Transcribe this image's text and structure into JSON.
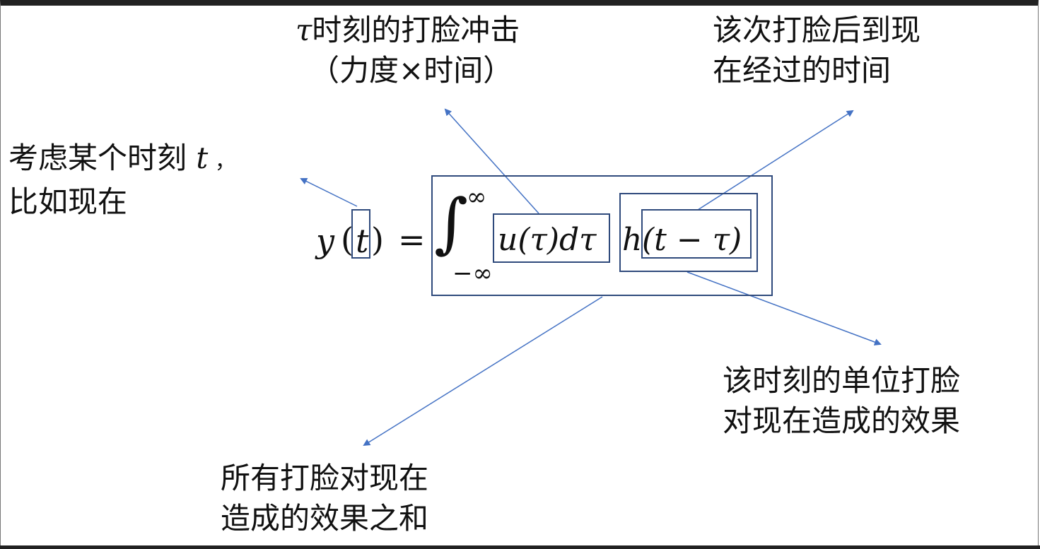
{
  "annotations": {
    "impulse": {
      "lead_symbol": "τ",
      "line1": "时刻的打脸冲击",
      "line2": "（力度×时间）"
    },
    "elapsed": {
      "line1": "该次打脸后到现",
      "line2": "在经过的时间"
    },
    "moment": {
      "line1_prefix": "考虑某个时刻 ",
      "line1_symbol": "t",
      "line1_suffix": " ，",
      "line2": "比如现在"
    },
    "unit_effect": {
      "line1": "该时刻的单位打脸",
      "line2": "对现在造成的效果"
    },
    "sum_effect": {
      "line1": "所有打脸对现在",
      "line2": "造成的效果之和"
    }
  },
  "equation": {
    "lhs_y": "y",
    "lhs_open": "(",
    "lhs_t": "t",
    "lhs_close": ")",
    "equals": "=",
    "integral_sign": "∫",
    "upper_limit": "∞",
    "lower_limit": "−∞",
    "u_term": "u(τ)dτ",
    "h_symbol": "h",
    "h_args": "(t − τ)"
  },
  "colors": {
    "box_stroke": "#2f4a7c",
    "arrow": "#4472c4",
    "text": "#111111"
  }
}
